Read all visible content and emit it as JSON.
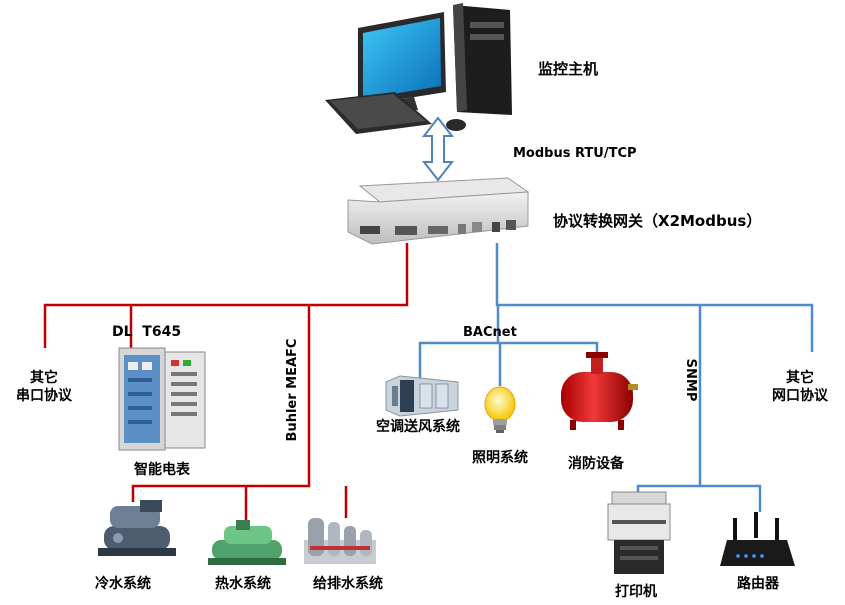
{
  "host": {
    "label": "监控主机"
  },
  "link_protocol": "Modbus RTU/TCP",
  "gateway": {
    "label": "协议转换网关（X2Modbus）"
  },
  "serial_side": {
    "other_protocol": [
      "其它",
      "串口协议"
    ],
    "dl_protocol": "DL  T645",
    "meter": "智能电表",
    "buhler": "Buhler MEAFC",
    "chiller": "冷水系统",
    "heater": "热水系统",
    "water": "给排水系统"
  },
  "network_side": {
    "bacnet": "BACnet",
    "ac": "空调送风系统",
    "lighting": "照明系统",
    "fire": "消防设备",
    "snmp": "SNMP",
    "other_protocol": [
      "其它",
      "网口协议"
    ],
    "printer": "打印机",
    "router": "路由器"
  },
  "colors": {
    "serial_line": "#c00000",
    "network_line": "#4f8ac9"
  }
}
